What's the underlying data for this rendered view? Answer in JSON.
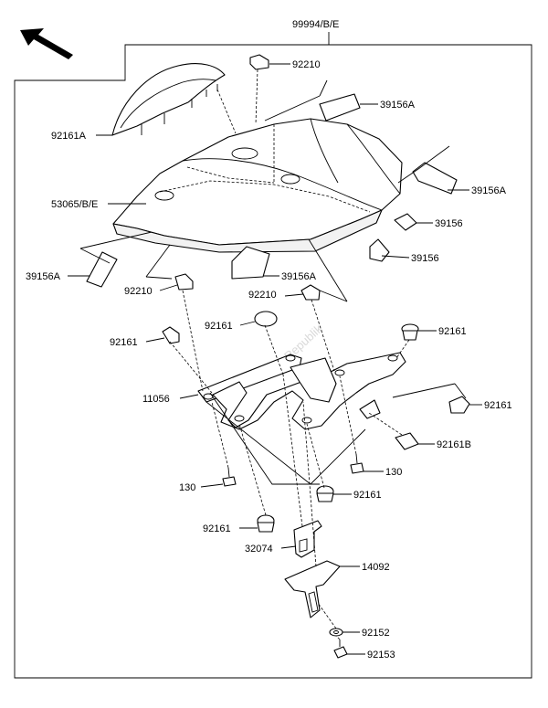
{
  "watermark": "Parts Republik",
  "labels": {
    "kit": "99994/B/E",
    "p92210_top": "92210",
    "p92161A": "92161A",
    "p39156A_top": "39156A",
    "p39156A_right": "39156A",
    "p53065": "53065/B/E",
    "p39156_a": "39156",
    "p39156_b": "39156",
    "p39156A_left": "39156A",
    "p39156A_mid": "39156A",
    "p92210_left": "92210",
    "p92210_mid": "92210",
    "p92161_a": "92161",
    "p92161_b": "92161",
    "p92161_c": "92161",
    "p92161_d": "92161",
    "p92161_e": "92161",
    "p92161_f": "92161",
    "p11056": "11056",
    "p92161B": "92161B",
    "p130_left": "130",
    "p130_right": "130",
    "p32074": "32074",
    "p14092": "14092",
    "p92152": "92152",
    "p92153": "92153"
  }
}
